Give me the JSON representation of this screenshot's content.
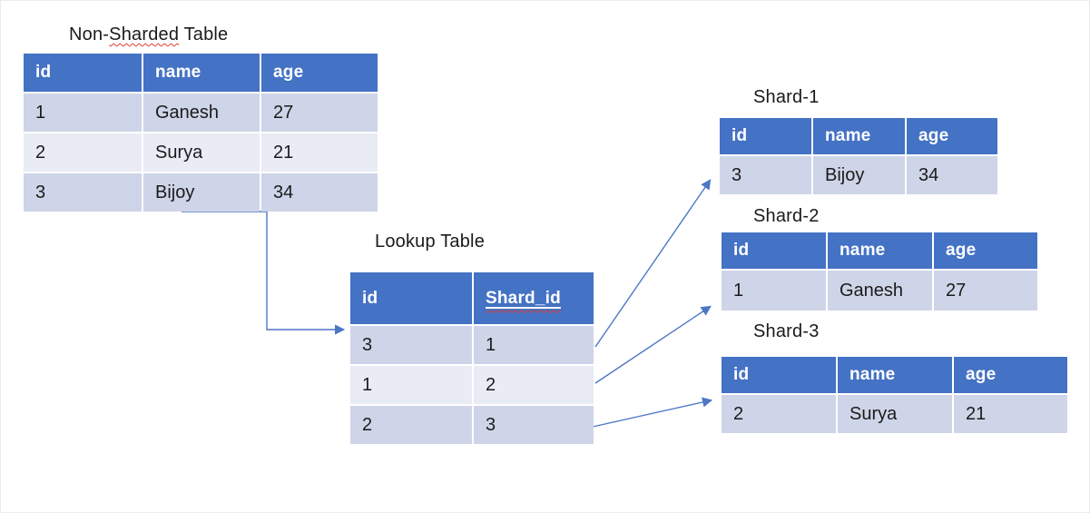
{
  "colors": {
    "header_fill": "#4472C4",
    "band_dark": "#CFD5E8",
    "band_light": "#E9EBF5",
    "arrow": "#4C77C6",
    "spellcheck_red": "#E03C31",
    "cell_text": "#1B1B1B",
    "header_text": "#FFFFFF"
  },
  "diagram": {
    "non_sharded": {
      "title": "Non-Sharded Table",
      "title_parts": {
        "pre": "Non-",
        "flagged": "Sharded",
        "post": " Table"
      },
      "headers": [
        "id",
        "name",
        "age"
      ],
      "rows": [
        [
          "1",
          "Ganesh",
          "27"
        ],
        [
          "2",
          "Surya",
          "21"
        ],
        [
          "3",
          "Bijoy",
          "34"
        ]
      ]
    },
    "lookup": {
      "title": "Lookup Table",
      "headers": [
        "id",
        "Shard_id"
      ],
      "rows": [
        [
          "3",
          "1"
        ],
        [
          "1",
          "2"
        ],
        [
          "2",
          "3"
        ]
      ]
    },
    "shards": [
      {
        "title": "Shard-1",
        "headers": [
          "id",
          "name",
          "age"
        ],
        "rows": [
          [
            "3",
            "Bijoy",
            "34"
          ]
        ]
      },
      {
        "title": "Shard-2",
        "headers": [
          "id",
          "name",
          "age"
        ],
        "rows": [
          [
            "1",
            "Ganesh",
            "27"
          ]
        ]
      },
      {
        "title": "Shard-3",
        "headers": [
          "id",
          "name",
          "age"
        ],
        "rows": [
          [
            "2",
            "Surya",
            "21"
          ]
        ]
      }
    ]
  }
}
